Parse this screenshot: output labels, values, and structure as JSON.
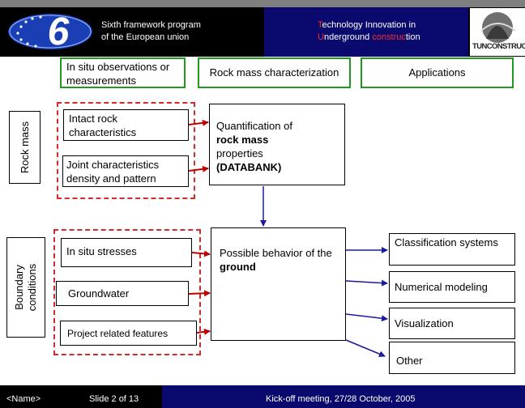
{
  "header": {
    "program_line1": "Sixth framework program",
    "program_line2": "of the European union",
    "logo_digit": "6",
    "project_parts": [
      {
        "text": "T",
        "red": true
      },
      {
        "text": "echnology ",
        "red": false
      },
      {
        "text": "I",
        "red": false
      },
      {
        "text": "nnovation in",
        "red": false
      }
    ],
    "project_parts2": [
      {
        "text": "U",
        "red": true
      },
      {
        "text": "nderground ",
        "red": false
      },
      {
        "text": "construc",
        "red": true
      },
      {
        "text": "tion",
        "red": false
      }
    ],
    "partner_logo_text": "TUNCONSTRUCT"
  },
  "columns": {
    "observations": "In situ observations or measurements",
    "characterization": "Rock mass characterization",
    "applications": "Applications"
  },
  "side_labels": {
    "rock_mass": "Rock mass",
    "boundary_line1": "Boundary",
    "boundary_line2": "conditions"
  },
  "inputs": {
    "intact": "Intact rock characteristics",
    "joint": "Joint characteristics density and pattern",
    "stresses": "In situ stresses",
    "groundwater": "Groundwater",
    "project": "Project related features"
  },
  "center": {
    "quant_line1": "Quantification of",
    "quant_bold1": "rock mass",
    "quant_line3": "properties",
    "quant_bold2": "(DATABANK)",
    "behavior_text": "Possible behavior of the ",
    "behavior_bold": "ground"
  },
  "outputs": {
    "classification": "Classification systems",
    "numerical": "Numerical modeling",
    "visualization": "Visualization",
    "other": "Other"
  },
  "footer": {
    "name": "<Name>",
    "slide": "Slide 2 of 13",
    "meeting": "Kick-off meeting, 27/28 October, 2005"
  },
  "colors": {
    "navy": "#0a0a6e",
    "green_border": "#1f9a1f",
    "red_dash": "#d42a2a",
    "arrow_red": "#c00000",
    "arrow_blue": "#1a1a9a"
  }
}
